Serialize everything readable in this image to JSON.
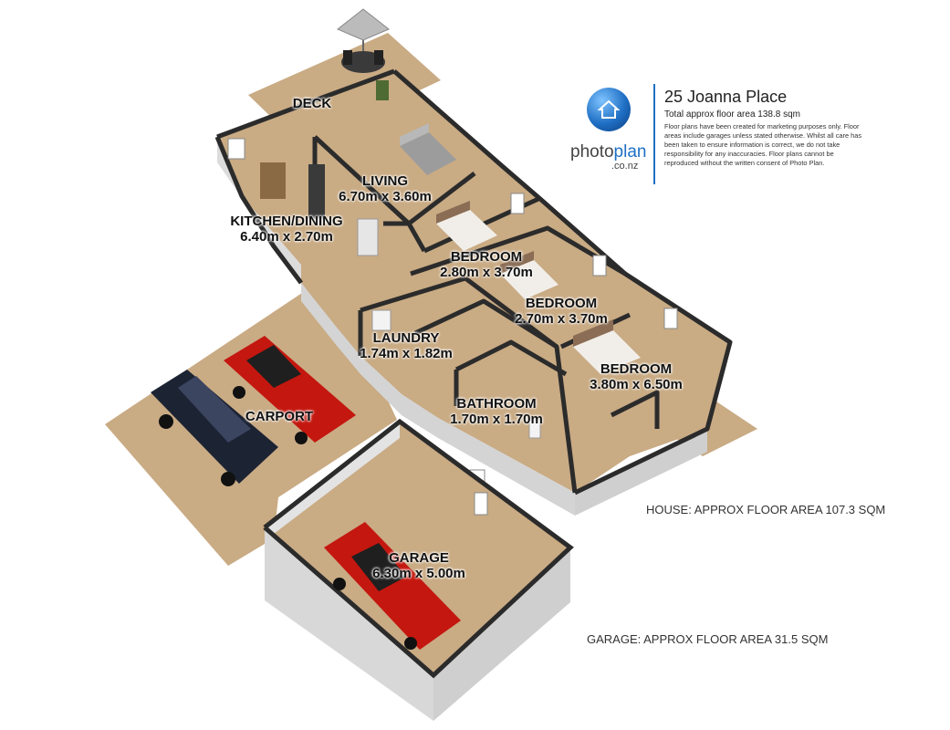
{
  "property": {
    "address": "25 Joanna Place",
    "total_floor_area": "Total approx floor area 138.8 sqm",
    "disclaimer": "Floor plans have been created for marketing purposes only. Floor areas include garages unless stated otherwise. Whilst all care has been taken to ensure information is correct, we do not take responsibility for any inaccuracies. Floor plans cannot be reproduced without the written consent of Photo Plan."
  },
  "brand": {
    "name_part1": "photo",
    "name_part2": "plan",
    "domain": ".co.nz",
    "logo_icon": "house-icon",
    "accent_color": "#1f6fc4"
  },
  "rooms": {
    "deck": {
      "name": "DECK"
    },
    "living": {
      "name": "LIVING",
      "size": "6.70m x 3.60m"
    },
    "kitchen": {
      "name": "KITCHEN/DINING",
      "size": "6.40m x 2.70m"
    },
    "bedroom1": {
      "name": "BEDROOM",
      "size": "2.80m x 3.70m"
    },
    "bedroom2": {
      "name": "BEDROOM",
      "size": "2.70m x 3.70m"
    },
    "bedroom3": {
      "name": "BEDROOM",
      "size": "3.80m x 6.50m"
    },
    "laundry": {
      "name": "LAUNDRY",
      "size": "1.74m x 1.82m"
    },
    "bathroom": {
      "name": "BATHROOM",
      "size": "1.70m x 1.70m"
    },
    "carport": {
      "name": "CARPORT"
    },
    "garage": {
      "name": "GARAGE",
      "size": "6.30m x 5.00m"
    }
  },
  "areas": {
    "house": "HOUSE: APPROX FLOOR AREA 107.3 SQM",
    "garage": "GARAGE: APPROX FLOOR AREA 31.5 SQM"
  },
  "colors": {
    "floor": "#c9ab84",
    "wall_top": "#2b2b2b",
    "wall_face": "#dedede",
    "car_red": "#c4170f",
    "car_dark": "#1c2333"
  }
}
